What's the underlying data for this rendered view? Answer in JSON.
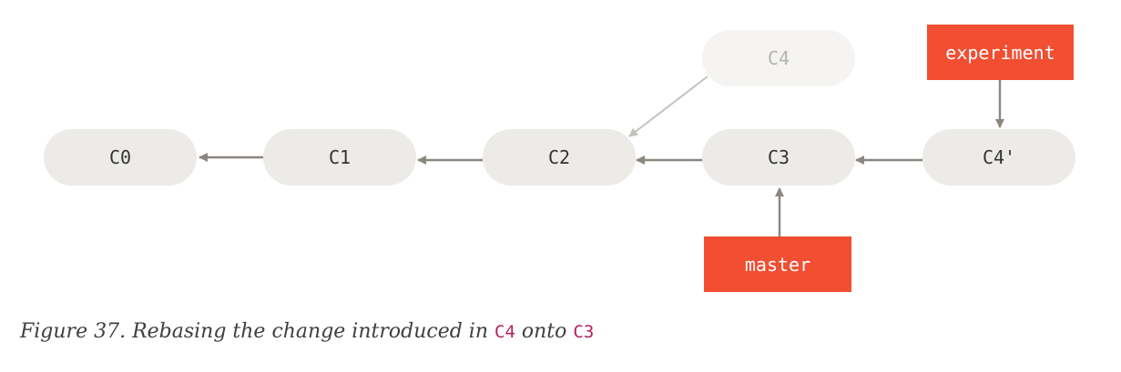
{
  "commits": {
    "c0": "C0",
    "c1": "C1",
    "c2": "C2",
    "c3": "C3",
    "c4_original": "C4",
    "c4_rebased": "C4'"
  },
  "branches": {
    "experiment": "experiment",
    "master": "master"
  },
  "caption": {
    "prefix": "Figure 37. Rebasing the change introduced in ",
    "from_commit": "C4",
    "middle": " onto ",
    "to_commit": "C3"
  },
  "colors": {
    "commit_fill": "#ecebe7",
    "faded_commit_fill": "#f5f4f2",
    "branch_fill": "#f14e32",
    "arrow": "#8b8680",
    "code_text": "#b3225d"
  }
}
